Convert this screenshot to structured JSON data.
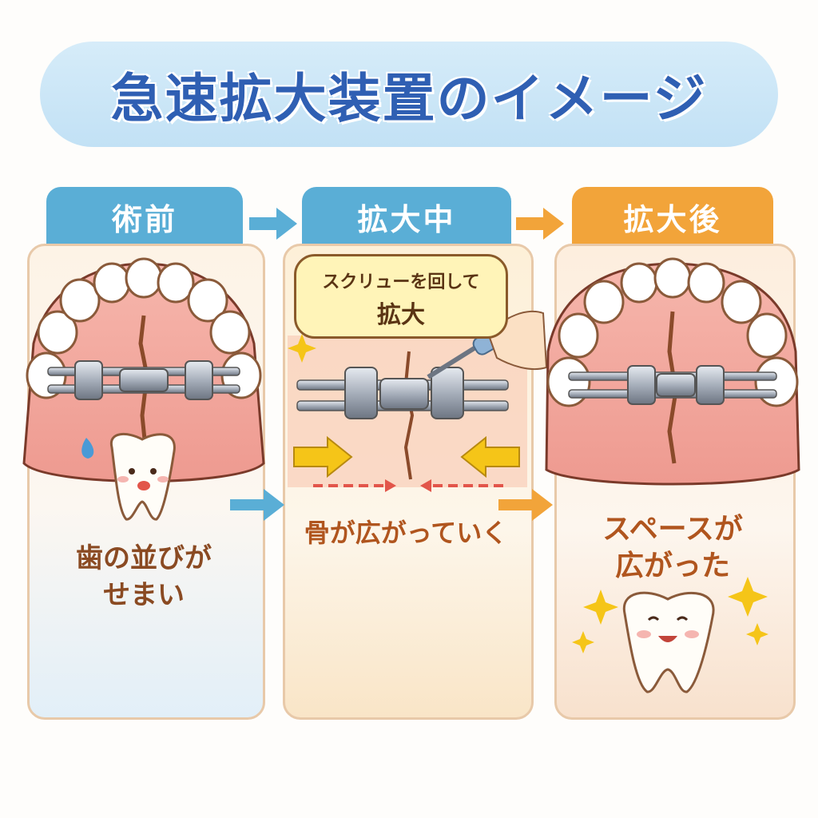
{
  "title": "急速拡大装置のイメージ",
  "steps": [
    {
      "label": "術前",
      "caption_lines": [
        "歯の並びが",
        "せまい"
      ]
    },
    {
      "label": "拡大中",
      "bubble_lines": [
        "スクリューを回して",
        "拡大"
      ],
      "caption_lines": [
        "骨が広がっていく"
      ]
    },
    {
      "label": "拡大後",
      "caption_lines": [
        "スペースが",
        "広がった"
      ]
    }
  ],
  "colors": {
    "title_text": "#2f5fb3",
    "tab_blue": "#5aaed6",
    "tab_orange": "#f2a43a",
    "arrow_blue": "#5aaed6",
    "arrow_orange": "#f2a43a",
    "gum": "#f3a9a0",
    "caption": "#8a4a22"
  },
  "icons": [
    "sweat-drop-icon",
    "sparkle-icon",
    "arrow-right-icon",
    "screwdriver-icon",
    "hand-icon"
  ]
}
